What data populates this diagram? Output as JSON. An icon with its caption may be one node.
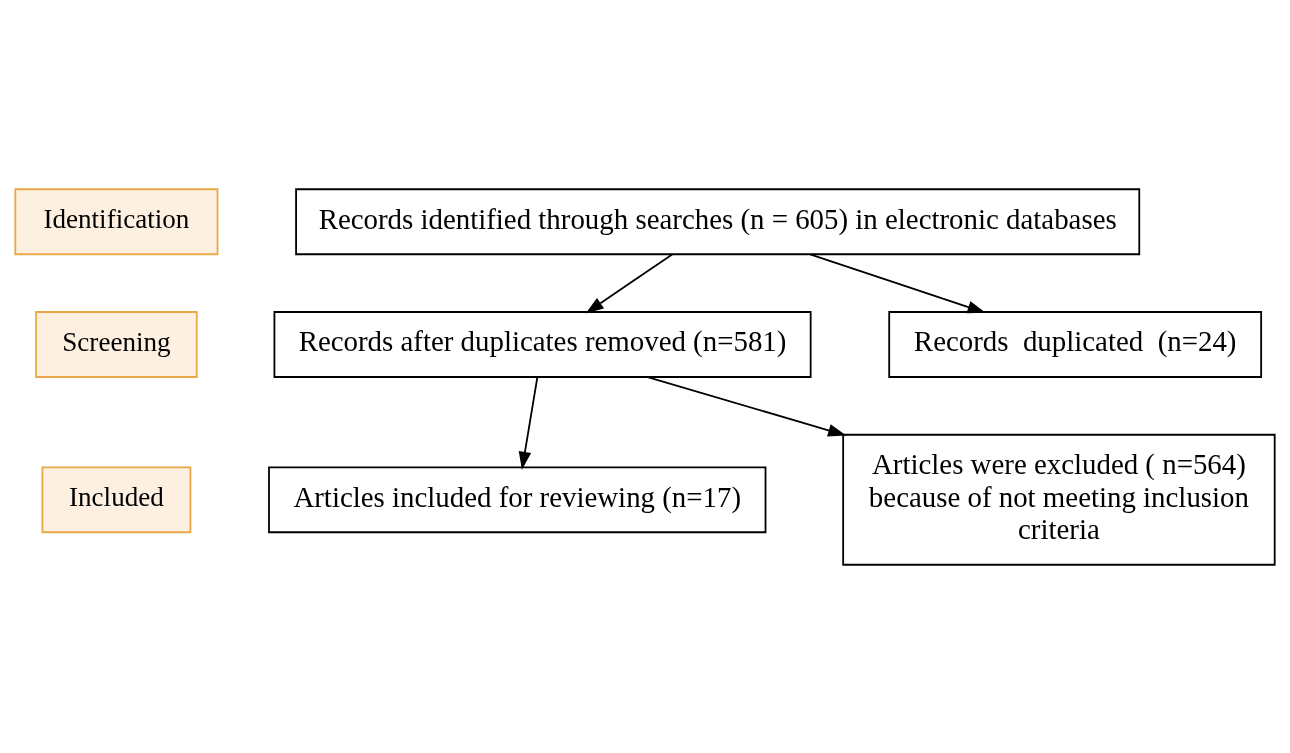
{
  "diagram": {
    "nodes": [
      {
        "text": [
          "Identification"
        ]
      },
      {
        "text": [
          "Records identified through searches (n = 605) in electronic databases"
        ]
      },
      {
        "text": [
          "Records  duplicated  (n=24)"
        ]
      },
      {
        "text": [
          "Screening"
        ]
      },
      {
        "text": [
          "Records after duplicates removed (n=581)"
        ]
      },
      {
        "text": [
          "Articles were excluded ( n=564) because of not meeting inclusion criteria"
        ]
      },
      {
        "text": [
          "Included"
        ]
      },
      {
        "text": [
          "Articles included for reviewing (n=17)"
        ]
      }
    ],
    "edges": [
      {
        "from": 1,
        "to": 4,
        "arrow": "to"
      },
      {
        "from": 1,
        "to": 2,
        "arrow": "to"
      },
      {
        "from": 4,
        "to": 7,
        "arrow": "to"
      },
      {
        "from": 4,
        "to": 5,
        "arrow": "to"
      }
    ]
  }
}
